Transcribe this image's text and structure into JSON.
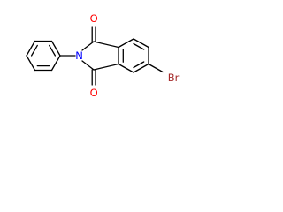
{
  "figure": {
    "type": "skeletal chemical structure",
    "atoms": {
      "oxygen_top": "O",
      "oxygen_bottom": "O",
      "nitrogen": "N",
      "bromine": "Br"
    },
    "colors": {
      "bond": "#000000",
      "oxygen": "#ff0000",
      "nitrogen": "#0000ff",
      "bromine": "#a52a2a"
    }
  }
}
